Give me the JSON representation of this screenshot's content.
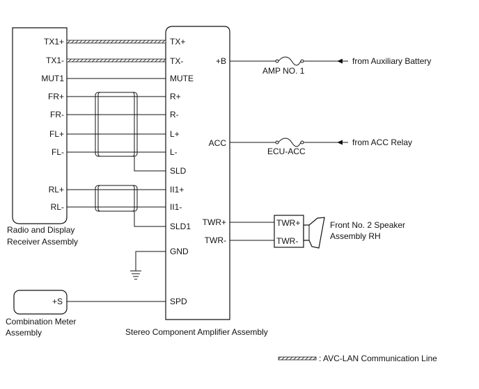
{
  "components": {
    "radio": {
      "label_lines": [
        "Radio and Display",
        "Receiver Assembly"
      ]
    },
    "amplifier": {
      "label": "Stereo Component Amplifier Assembly"
    },
    "meter": {
      "label_lines": [
        "Combination Meter",
        "Assembly"
      ]
    },
    "speaker": {
      "label_lines": [
        "Front No. 2 Speaker",
        "Assembly RH"
      ]
    }
  },
  "radio_pins": [
    "TX1+",
    "TX1-",
    "MUT1",
    "FR+",
    "FR-",
    "FL+",
    "FL-",
    "RL+",
    "RL-"
  ],
  "amp_left_pins": [
    "TX+",
    "TX-",
    "MUTE",
    "R+",
    "R-",
    "L+",
    "L-",
    "SLD",
    "II1+",
    "II1-",
    "SLD1",
    "GND",
    "SPD"
  ],
  "amp_right_pins": [
    "+B",
    "ACC",
    "TWR+",
    "TWR-"
  ],
  "meter_pin": "+S",
  "speaker_pins": [
    "TWR+",
    "TWR-"
  ],
  "fuses": [
    {
      "name": "AMP NO. 1",
      "source": "from Auxiliary Battery"
    },
    {
      "name": "ECU-ACC",
      "source": "from ACC Relay"
    }
  ],
  "legend": {
    "label": ": AVC-LAN Communication Line"
  }
}
